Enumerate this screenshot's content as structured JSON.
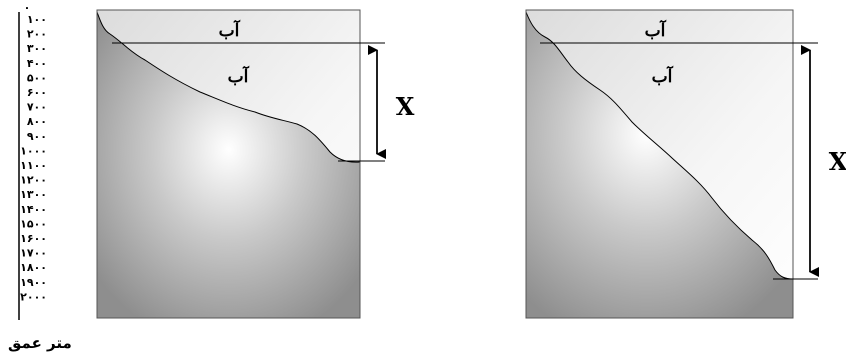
{
  "depth_scale": {
    "zero_mark": "۰",
    "ticks": [
      "۱۰۰",
      "۲۰۰",
      "۳۰۰",
      "۴۰۰",
      "۵۰۰",
      "۶۰۰",
      "۷۰۰",
      "۸۰۰",
      "۹۰۰",
      "۱۰۰۰",
      "۱۱۰۰",
      "۱۲۰۰",
      "۱۳۰۰",
      "۱۴۰۰",
      "۱۵۰۰",
      "۱۶۰۰",
      "۱۷۰۰",
      "۱۸۰۰",
      "۱۹۰۰",
      "۲۰۰۰"
    ],
    "unit_label": "متر عمق"
  },
  "left_panel": {
    "surface_water_label": "آب",
    "inner_water_label": "آب",
    "difference_label": "X"
  },
  "right_panel": {
    "surface_water_label": "آب",
    "inner_water_label": "آب",
    "difference_label": "X"
  }
}
